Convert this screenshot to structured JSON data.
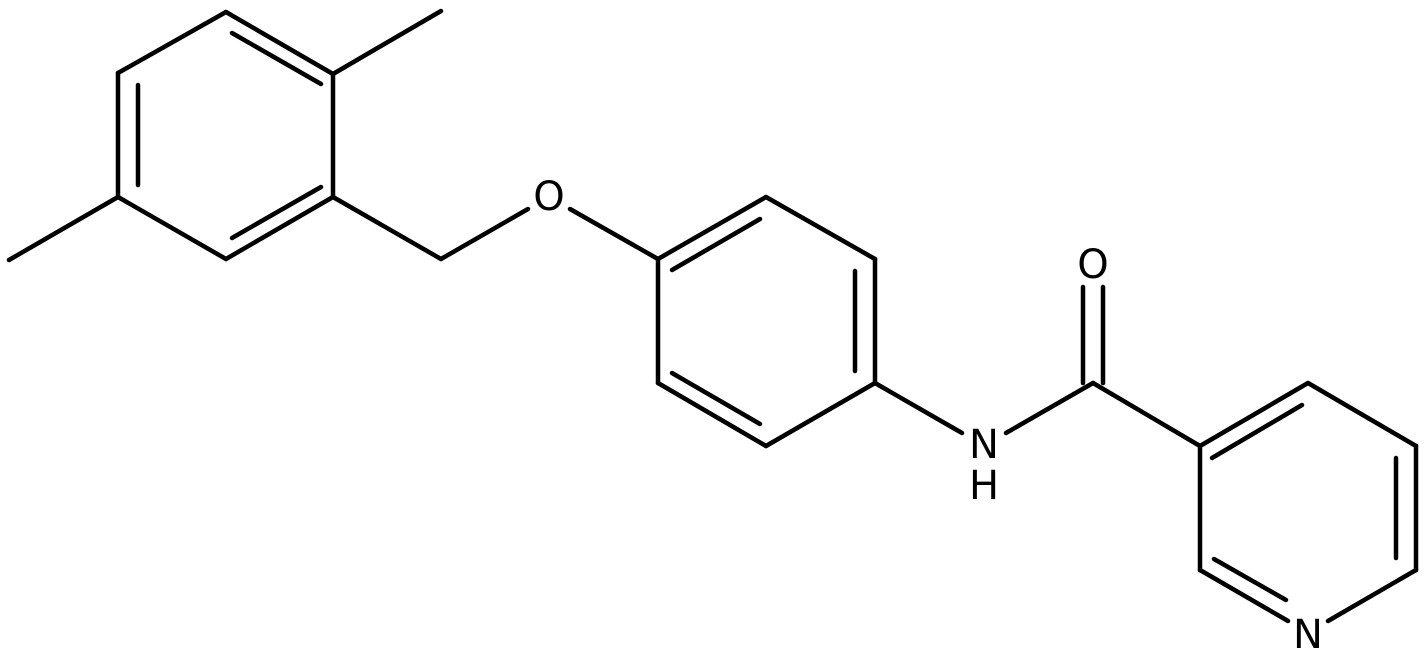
{
  "molecule": {
    "atoms": {
      "ether_oxygen": "O",
      "carbonyl_oxygen": "O",
      "amide_nitrogen": "N",
      "amide_hydrogen": "H",
      "pyridine_nitrogen": "N"
    }
  },
  "colors": {
    "bond": "#000000",
    "label": "#000000",
    "background": "#ffffff"
  }
}
